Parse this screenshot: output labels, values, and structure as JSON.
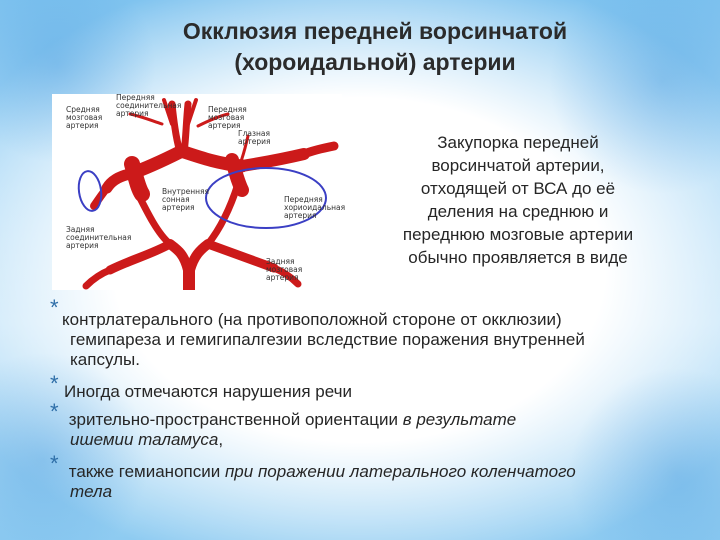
{
  "title": {
    "line1": "Окклюзия передней ворсинчатой",
    "line2": "(хороидальной) артерии"
  },
  "diagram": {
    "labels": {
      "anterior_connecting": "Передняя\nсоединительная\nартерия",
      "middle_cerebral": "Средняя\nмозговая\nартерия",
      "anterior_cerebral": "Передняя\nмозговая\nартерия",
      "internal_carotid_right": "Глазная\nартерия",
      "internal_carotid": "Внутренняя\nсонная\nартерия",
      "anterior_choroidal": "Передняя\nхориоидальная\nартерия",
      "posterior_connecting": "Задняя\nсоединительная\nартерия",
      "posterior_cerebral": "Задняя\nмозговая\nартерия"
    },
    "colors": {
      "vessel": "#cc1a1a",
      "highlight": "#3b3fc4"
    }
  },
  "side_text": "Закупорка передней\nворсинчатой артерии,\nотходящей от ВСА до её\nделения на среднюю и\nпереднюю мозговые артерии\nобычно проявляется в виде",
  "bullets": [
    {
      "marker": "*",
      "lines": [
        "контрлатерального (на противоположной стороне от окклюзии)",
        "гемипареза и гемигипалгезии вследствие поражения внутренней",
        "капсулы."
      ]
    },
    {
      "marker": "*",
      "lines": [
        "Иногда отмечаются нарушения речи"
      ]
    },
    {
      "marker": "*",
      "line1_plain": " зрительно-пространственной ориентации ",
      "line1_italic": "в результате",
      "line2_italic": "ишемии таламуса",
      "line2_plain": ","
    },
    {
      "marker": "*",
      "line1_plain": " также гемианопсии ",
      "line1_italic": "при поражении латерального коленчатого",
      "line2_italic": "тела"
    }
  ]
}
